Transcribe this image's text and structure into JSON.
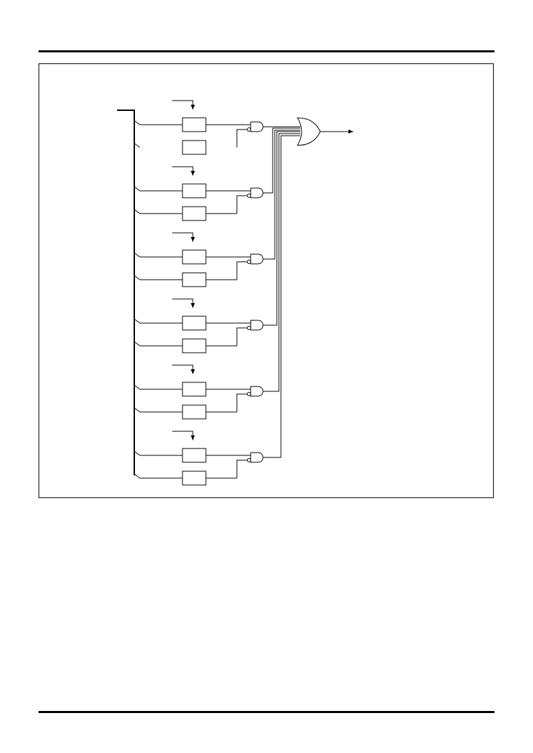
{
  "diagram": {
    "type": "logic-schematic",
    "channel_count": 6,
    "first_channel_lower_register_connected": false,
    "output_gate": "or",
    "channel_gate": "and-with-inverted-input",
    "stroke_color": "#000000",
    "background_color": "#ffffff"
  }
}
